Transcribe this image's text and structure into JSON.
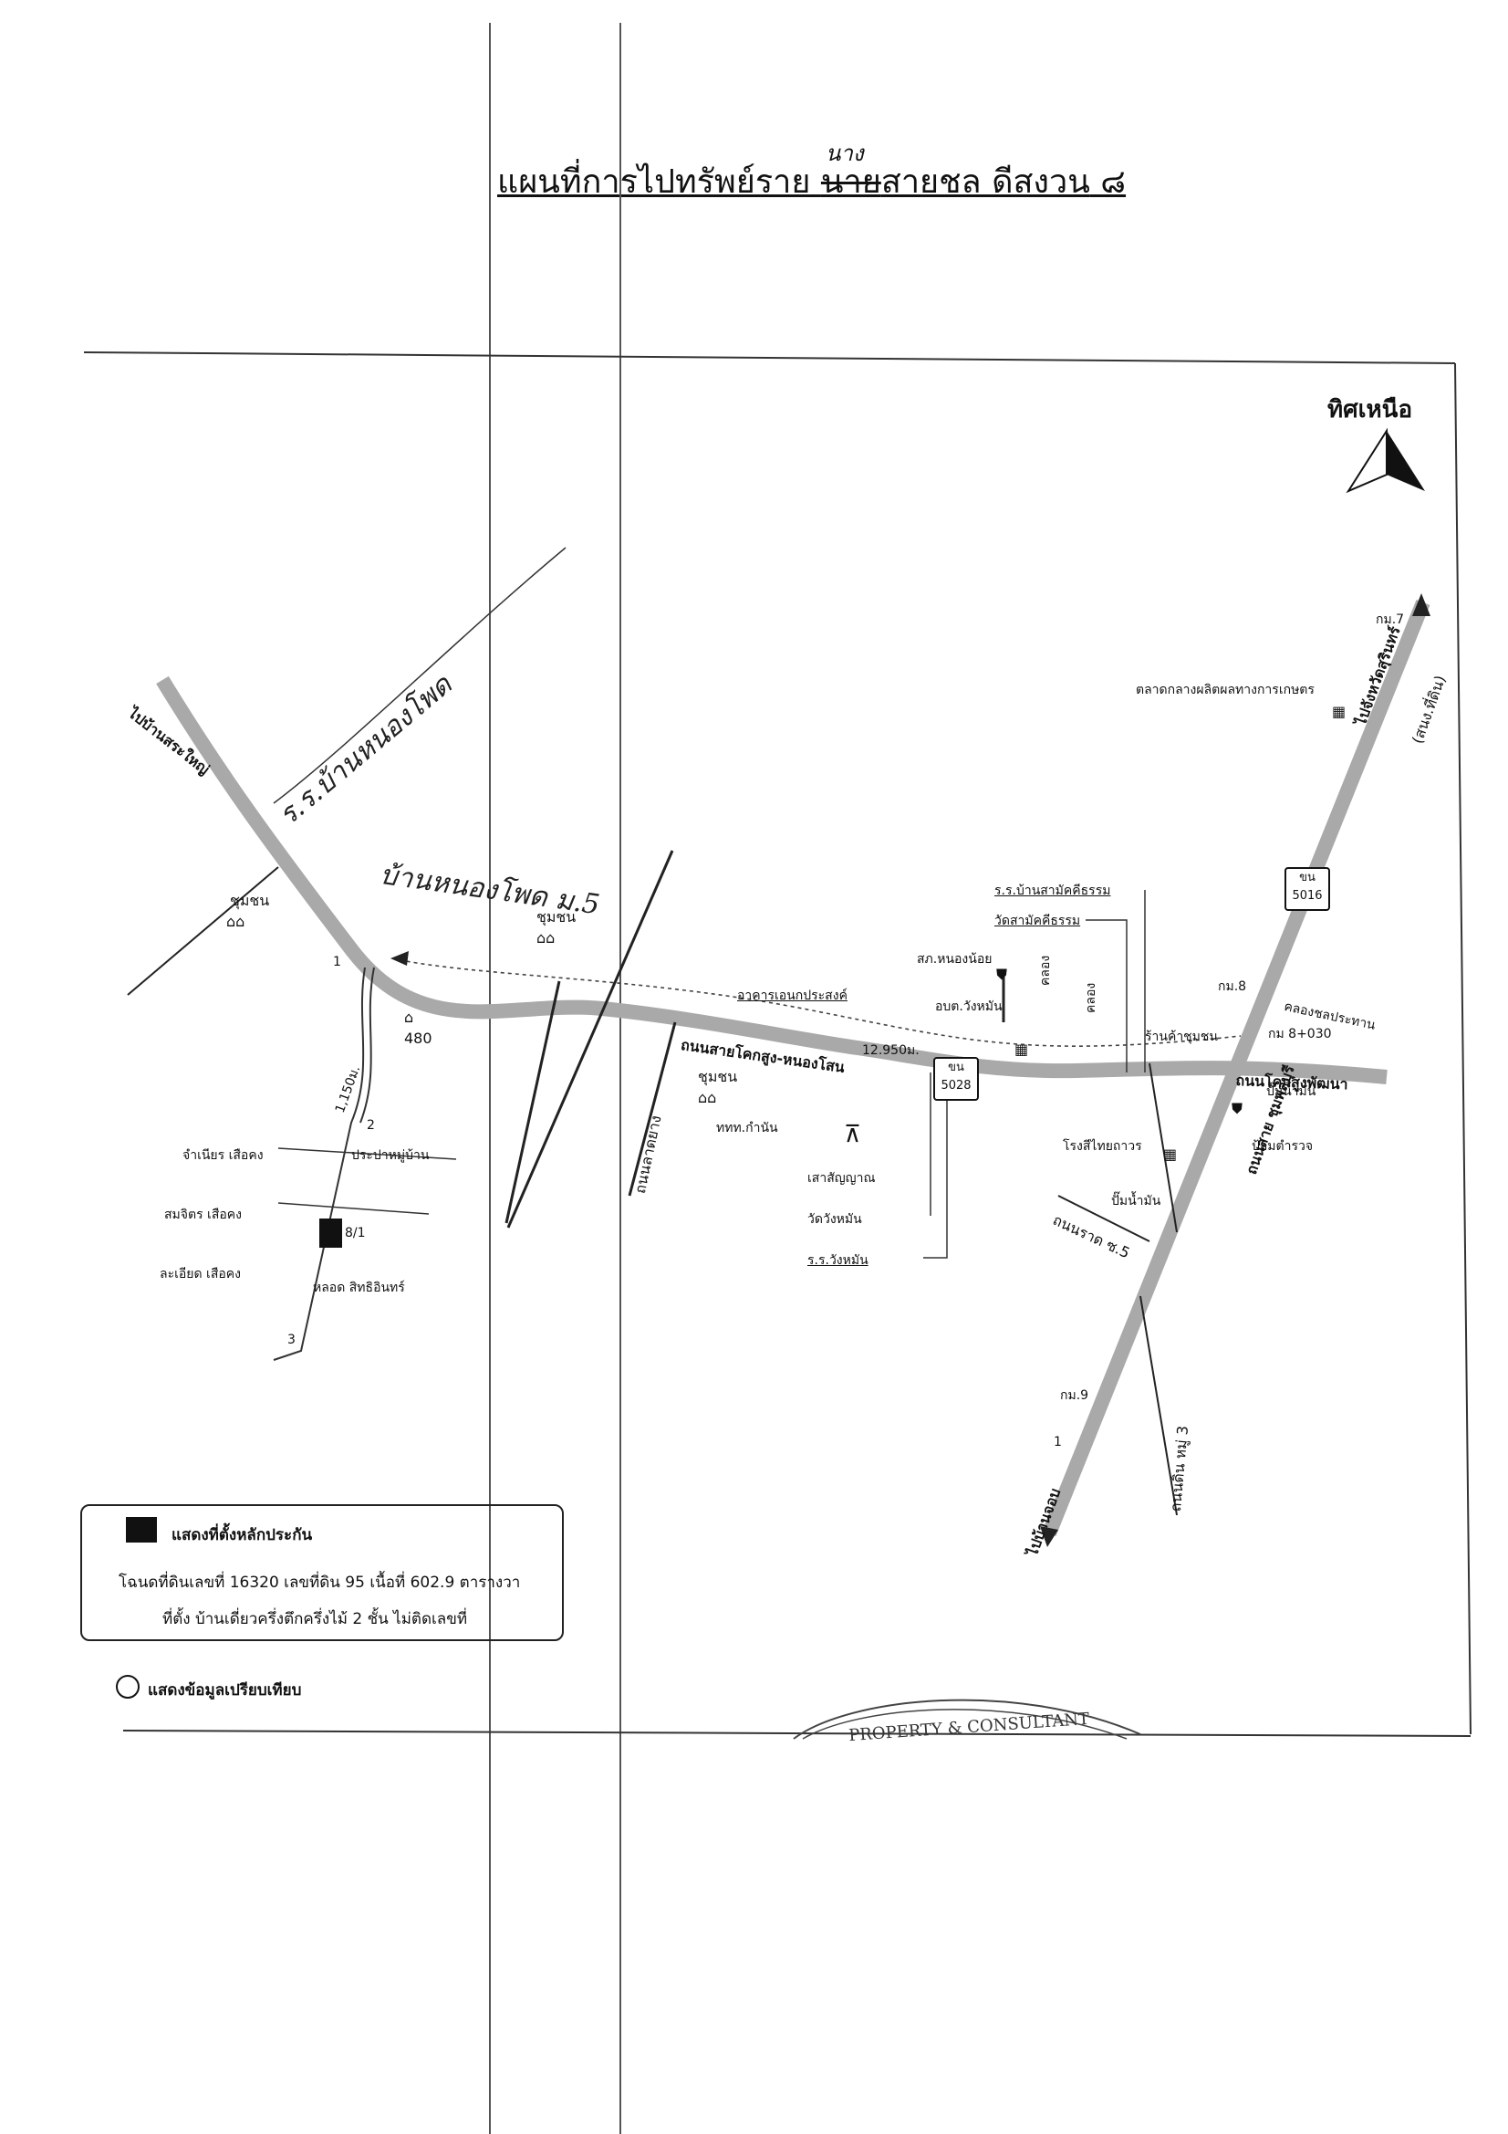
{
  "title": {
    "prefix": "แผนที่การไปทรัพย์ราย ",
    "struck": "นาย",
    "rest": "สายชล  ดีสงวน",
    "suffix": " ๘",
    "correction": "นาง"
  },
  "north": {
    "label": "ทิศเหนือ"
  },
  "roads": {
    "to_pa_yang": "ไปบ้านสระใหญ่",
    "to_south": "ไปบ้านจอบ",
    "to_north_east": "ไปจังหวัดสุรินทร์",
    "to_north_east_sub": "(สนง.ที่ดิน)",
    "main_road": "ถนนสายโคกสูง-หนองโสน",
    "road_shoulder": "ถนนโคกสูงพัฒนา",
    "vertical_road": "ถนนสาย ชุมพลบุรี",
    "side_road": "ถนนลาดยาง",
    "dirt_road": "ถนนลาดยาง",
    "soi5": "ถนนราด ซ.5",
    "road_south_small": "ถนนดิน หมู่ 3"
  },
  "route_badges": [
    {
      "route": "ขน",
      "number": "5016"
    },
    {
      "route": "ขน",
      "number": "5028"
    }
  ],
  "places": {
    "chumchon_top_left": "ชุมชน",
    "chumchon_top_mid": "ชุมชน",
    "chumchon_mid": "ชุมชน",
    "n480": "480",
    "market": "ตลาดกลางผลิตผลทางการเกษตร",
    "km7": "กม.7",
    "km8": "กม.8",
    "km8_030": "กม 8+030",
    "km9": "กม.9",
    "school_sam": "ร.ร.บ้านสามัคคีธรรม",
    "wat_sam": "วัดสามัคคีธรรม",
    "health": "สภ.หนองน้อย",
    "aobt": "อบต.วังหมัน",
    "khlong1": "คลอง",
    "khlong2": "คลอง",
    "khlong_chon": "คลองชลประทาน",
    "shop": "ร้านค้าชุมชน",
    "gas1": "ปั๊มน้ำมัน",
    "gas2": "ปั๊มน้ำมัน",
    "police": "ป้อมตำรวจ",
    "paint_factory": "โรงสีไทยถาวร",
    "building": "อาคารเอนกประสงค์",
    "distance": "12.950ม.",
    "tambon": "ททท.กำนัน",
    "tower": "เสาสัญญาณ",
    "wat_wang": "วัดวังหมัน",
    "school_wang": "ร.ร.วังหมัน",
    "dist_1150": "1,150ม.",
    "water": "ประปาหมู่บ้าน",
    "house1": "จำเนียร  เสือคง",
    "house2": "สมจิตร  เสือคง",
    "house3": "ละเอียด  เสือคง",
    "house4": "หลอด  สิทธิอินทร์",
    "house_no": "8/1",
    "markers": [
      "1",
      "2",
      "3",
      "1"
    ]
  },
  "handwriting": {
    "note1": "ร.ร.บ้านหนองโพด",
    "note2": "บ้านหนองโพด ม.5"
  },
  "legend": {
    "collateral_label": "แสดงที่ตั้งหลักประกัน",
    "deed_line": "โฉนดที่ดินเลขที่ 16320 เลขที่ดิน 95 เนื้อที่ 602.9 ตารางวา",
    "location_line": "ที่ตั้ง บ้านเดี่ยวครึ่งตึกครึ่งไม้ 2 ชั้น ไม่ติดเลขที่",
    "compare_label": "แสดงข้อมูลเปรียบเทียบ"
  },
  "stamp": {
    "text": "PROPERTY & CONSULTANT"
  }
}
